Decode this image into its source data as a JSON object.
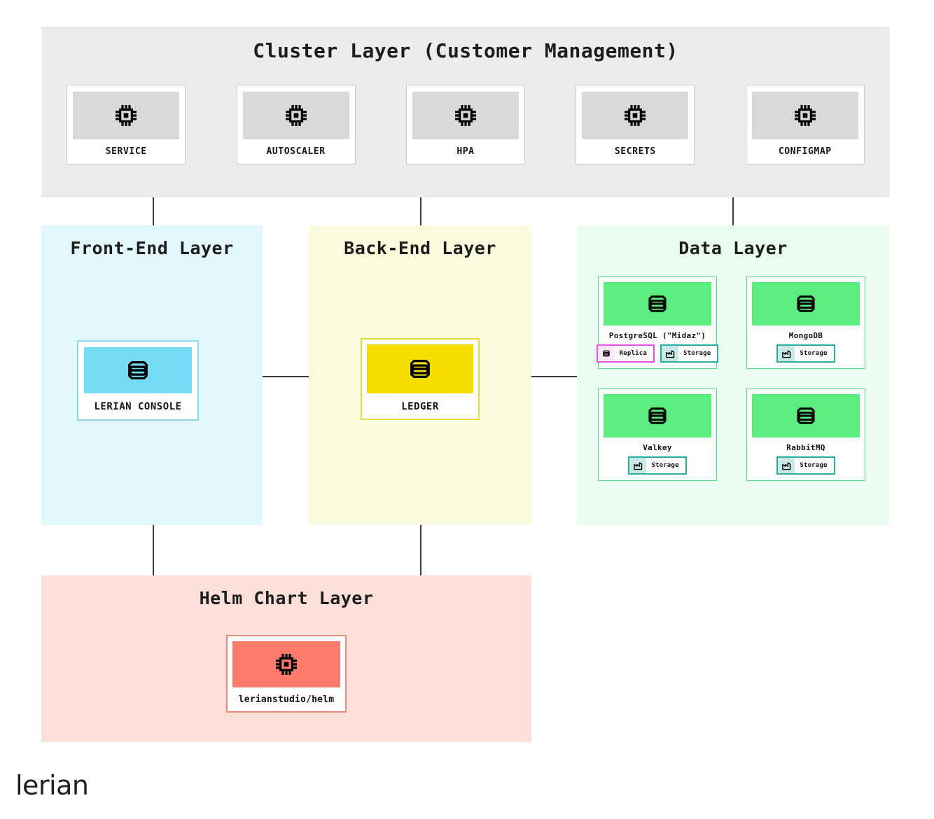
{
  "cluster": {
    "title": "Cluster Layer (Customer Management)",
    "bg": "#ececec",
    "nodes": [
      {
        "label": "SERVICE",
        "icon": "chip-icon"
      },
      {
        "label": "AUTOSCALER",
        "icon": "chip-icon"
      },
      {
        "label": "HPA",
        "icon": "chip-icon"
      },
      {
        "label": "SECRETS",
        "icon": "chip-icon"
      },
      {
        "label": "CONFIGMAP",
        "icon": "chip-icon"
      }
    ]
  },
  "frontend": {
    "title": "Front-End Layer",
    "bg": "#e3f8fd",
    "node": {
      "label": "LERIAN CONSOLE",
      "icon": "database-icon",
      "accent": "#76dcf5"
    }
  },
  "backend": {
    "title": "Back-End Layer",
    "bg": "#fbfbdd",
    "node": {
      "label": "LEDGER",
      "icon": "database-icon",
      "accent": "#f5de00"
    }
  },
  "data": {
    "title": "Data Layer",
    "bg": "#eafbef",
    "accent": "#5dec80",
    "nodes": [
      {
        "label": "PostgreSQL (\"Midaz\")",
        "icon": "database-icon",
        "badges": [
          {
            "label": "Replica",
            "icon": "database-icon",
            "color": "#e456e0"
          },
          {
            "label": "Storage",
            "icon": "factory-icon",
            "color": "#2aada0"
          }
        ]
      },
      {
        "label": "MongoDB",
        "icon": "database-icon",
        "badges": [
          {
            "label": "Storage",
            "icon": "factory-icon",
            "color": "#2aada0"
          }
        ]
      },
      {
        "label": "Valkey",
        "icon": "database-icon",
        "badges": [
          {
            "label": "Storage",
            "icon": "factory-icon",
            "color": "#2aada0"
          }
        ]
      },
      {
        "label": "RabbitMQ",
        "icon": "database-icon",
        "badges": [
          {
            "label": "Storage",
            "icon": "factory-icon",
            "color": "#2aada0"
          }
        ]
      }
    ]
  },
  "helm": {
    "title": "Helm Chart Layer",
    "bg": "#fbdfd9",
    "node": {
      "label": "lerianstudio/helm",
      "icon": "chip-icon",
      "accent": "#fa7a6b"
    }
  },
  "brand": {
    "name": "lerian"
  }
}
